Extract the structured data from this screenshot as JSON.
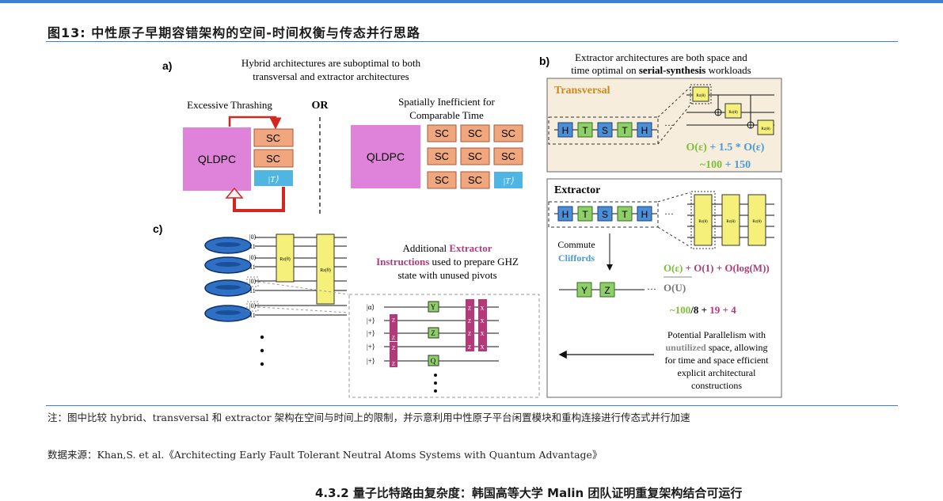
{
  "header": {
    "title": "图13:  中性原子早期容错架构的空间-时间权衡与传态并行思路"
  },
  "panel_a": {
    "label": "a)",
    "heading_1": "Hybrid architectures are suboptimal to both",
    "heading_2": "transversal and extractor architectures",
    "left_caption": "Excessive Thrashing",
    "or": "OR",
    "right_caption_1": "Spatially Inefficient for",
    "right_caption_2": "Comparable Time",
    "qldpc": "QLDPC",
    "sc": "SC",
    "t_state": "|T⟩"
  },
  "panel_b": {
    "label": "b)",
    "heading_1": "Extractor architectures are both space and",
    "heading_2_pre": "time optimal on ",
    "heading_2_bold": "serial-synthesis",
    "heading_2_post": " workloads",
    "transversal": "Transversal",
    "extractor": "Extractor",
    "gates": [
      "H",
      "T",
      "S",
      "T",
      "H"
    ],
    "rz": "Rz(θ)",
    "t_formula_a": "O(ε)",
    "t_formula_b": " + 1.5 * O(ε)",
    "t_nums_a": "~100",
    "t_nums_b": " + 150",
    "commute": "Commute",
    "cliffords": "Cliffords",
    "y": "Y",
    "z": "Z",
    "ellipsis": "···",
    "e_formula_a": "O(ε)",
    "e_formula_b": " + O(1) + O(log(M))",
    "e_denom": "O(U)",
    "e_nums_a": "~100",
    "e_nums_b": "/8 + ",
    "e_nums_c": "19",
    "e_nums_d": " + 4",
    "parallel_1": "Potential Parallelism with",
    "parallel_2a": "unutilized",
    "parallel_2b": " space, allowing",
    "parallel_3": "for time and space efficient",
    "parallel_4": "explicit architectural",
    "parallel_5": "constructions"
  },
  "panel_c": {
    "label": "c)",
    "ann_1a": "Additional ",
    "ann_1b": "Extractor",
    "ann_2a": "Instructions",
    "ann_2b": " used to prepare GHZ",
    "ann_3": "state with unused pivots",
    "ket0": "|0⟩",
    "ket1": "11",
    "kets": [
      "|α⟩",
      "|+⟩",
      "|+⟩",
      "|+⟩",
      "|+⟩"
    ],
    "gates_y": "Y",
    "gates_z": "Z",
    "gates_x": "X",
    "gates_q": "Q"
  },
  "colors": {
    "accent": "#3d7fcf",
    "qldpc": "#df82d9",
    "sc": "#f0a77e",
    "tstate": "#4fb6e3",
    "gate_blue": "#4a8fd6",
    "gate_green": "#8fcf6a",
    "rz": "#f4f07a",
    "magenta": "#b03b78",
    "green_text": "#7bbf3a",
    "blue_text": "#4a9ad9",
    "orange_text": "#c98a1e"
  },
  "footer": {
    "note": "注：图中比较 hybrid、transversal 和 extractor 架构在空间与时间上的限制，并示意利用中性原子平台闲置模块和重构连接进行传态式并行加速",
    "source": "数据来源：Khan,S. et al.《Architecting Early Fault Tolerant Neutral Atoms Systems with Quantum Advantage》",
    "next_heading": "4.3.2 量子比特路由复杂度：韩国高等大学 Malin 团队证明重复架构结合可运行"
  }
}
